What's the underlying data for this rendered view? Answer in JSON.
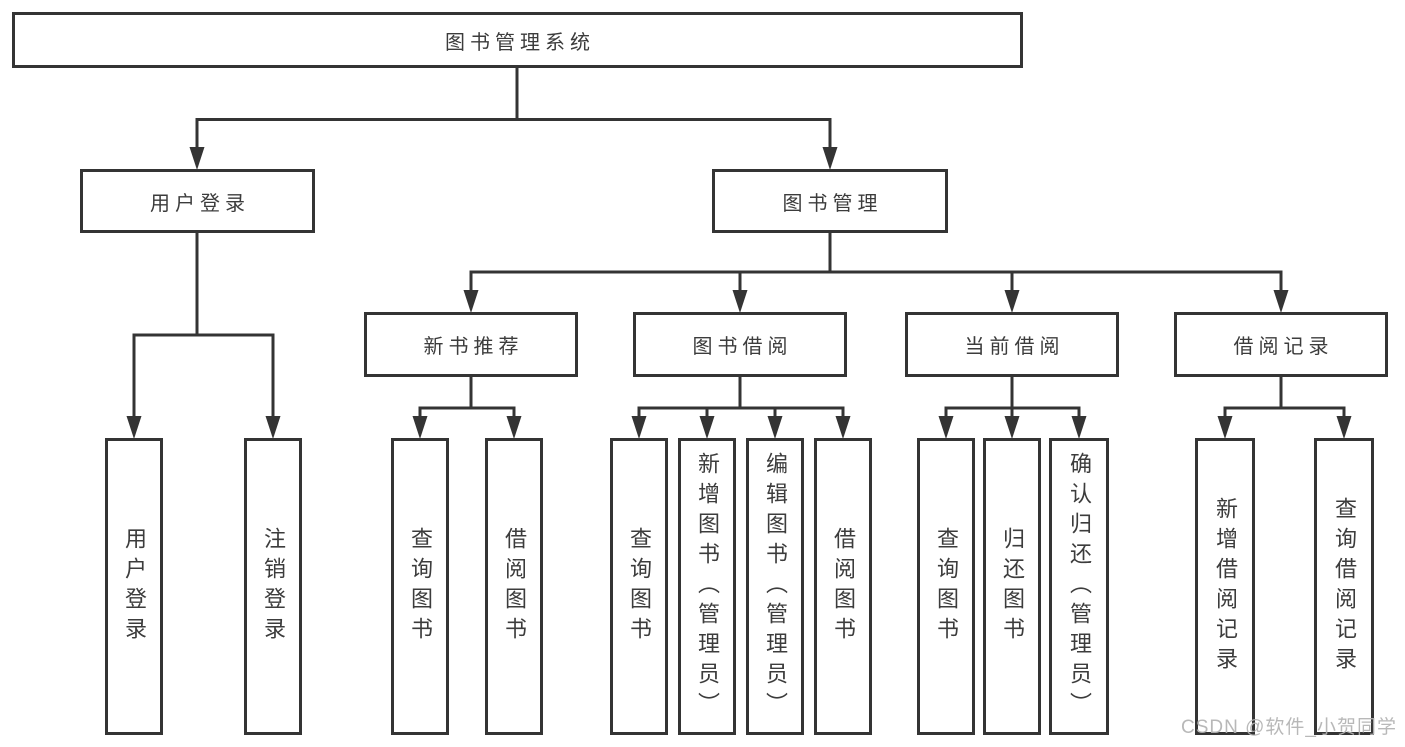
{
  "diagram": {
    "root": {
      "label": "图书管理系统",
      "children": [
        {
          "label": "用户登录",
          "children": [
            {
              "label": "用户登录"
            },
            {
              "label": "注销登录"
            }
          ]
        },
        {
          "label": "图书管理",
          "children": [
            {
              "label": "新书推荐",
              "children": [
                {
                  "label": "查询图书"
                },
                {
                  "label": "借阅图书"
                }
              ]
            },
            {
              "label": "图书借阅",
              "children": [
                {
                  "label": "查询图书"
                },
                {
                  "label": "新增图书（管理员）"
                },
                {
                  "label": "编辑图书（管理员）"
                },
                {
                  "label": "借阅图书"
                }
              ]
            },
            {
              "label": "当前借阅",
              "children": [
                {
                  "label": "查询图书"
                },
                {
                  "label": "归还图书"
                },
                {
                  "label": "确认归还（管理员）"
                }
              ]
            },
            {
              "label": "借阅记录",
              "children": [
                {
                  "label": "新增借阅记录"
                },
                {
                  "label": "查询借阅记录"
                }
              ]
            }
          ]
        }
      ]
    },
    "watermark": "CSDN @软件_小贺同学",
    "colors": {
      "line": "#343434",
      "text": "#3c3c3c",
      "box_background": "#ffffff",
      "watermark": "#b3b3b3",
      "background": "#ffffff"
    }
  }
}
